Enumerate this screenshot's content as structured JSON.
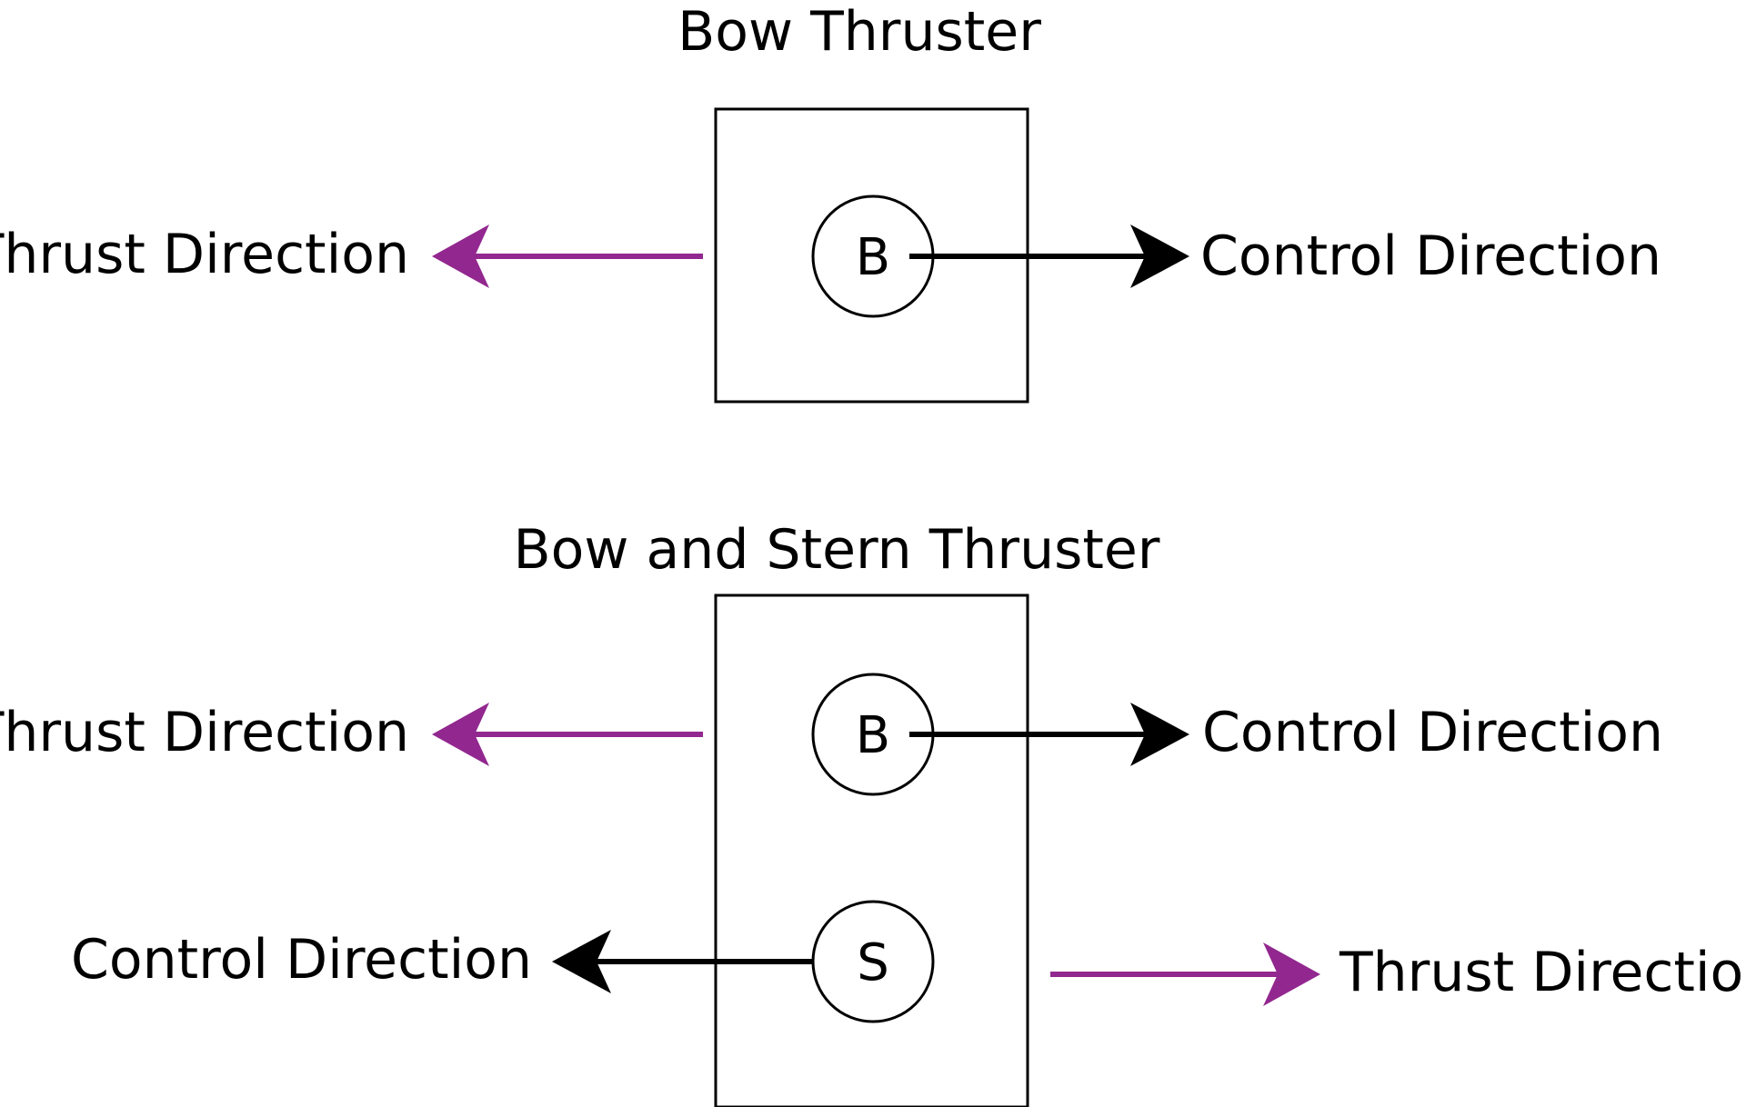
{
  "colors": {
    "thrust": "#92278f",
    "control": "#000000"
  },
  "bow_thruster": {
    "title": "Bow Thruster",
    "circle_letter": "B",
    "thrust_label": "Thrust Direction",
    "control_label": "Control Direction"
  },
  "bow_and_stern_thruster": {
    "title": "Bow and Stern Thruster",
    "bow": {
      "circle_letter": "B",
      "thrust_label": "Thrust Direction",
      "control_label": "Control Direction"
    },
    "stern": {
      "circle_letter": "S",
      "thrust_label": "Thrust Direction",
      "control_label": "Control Direction"
    }
  }
}
